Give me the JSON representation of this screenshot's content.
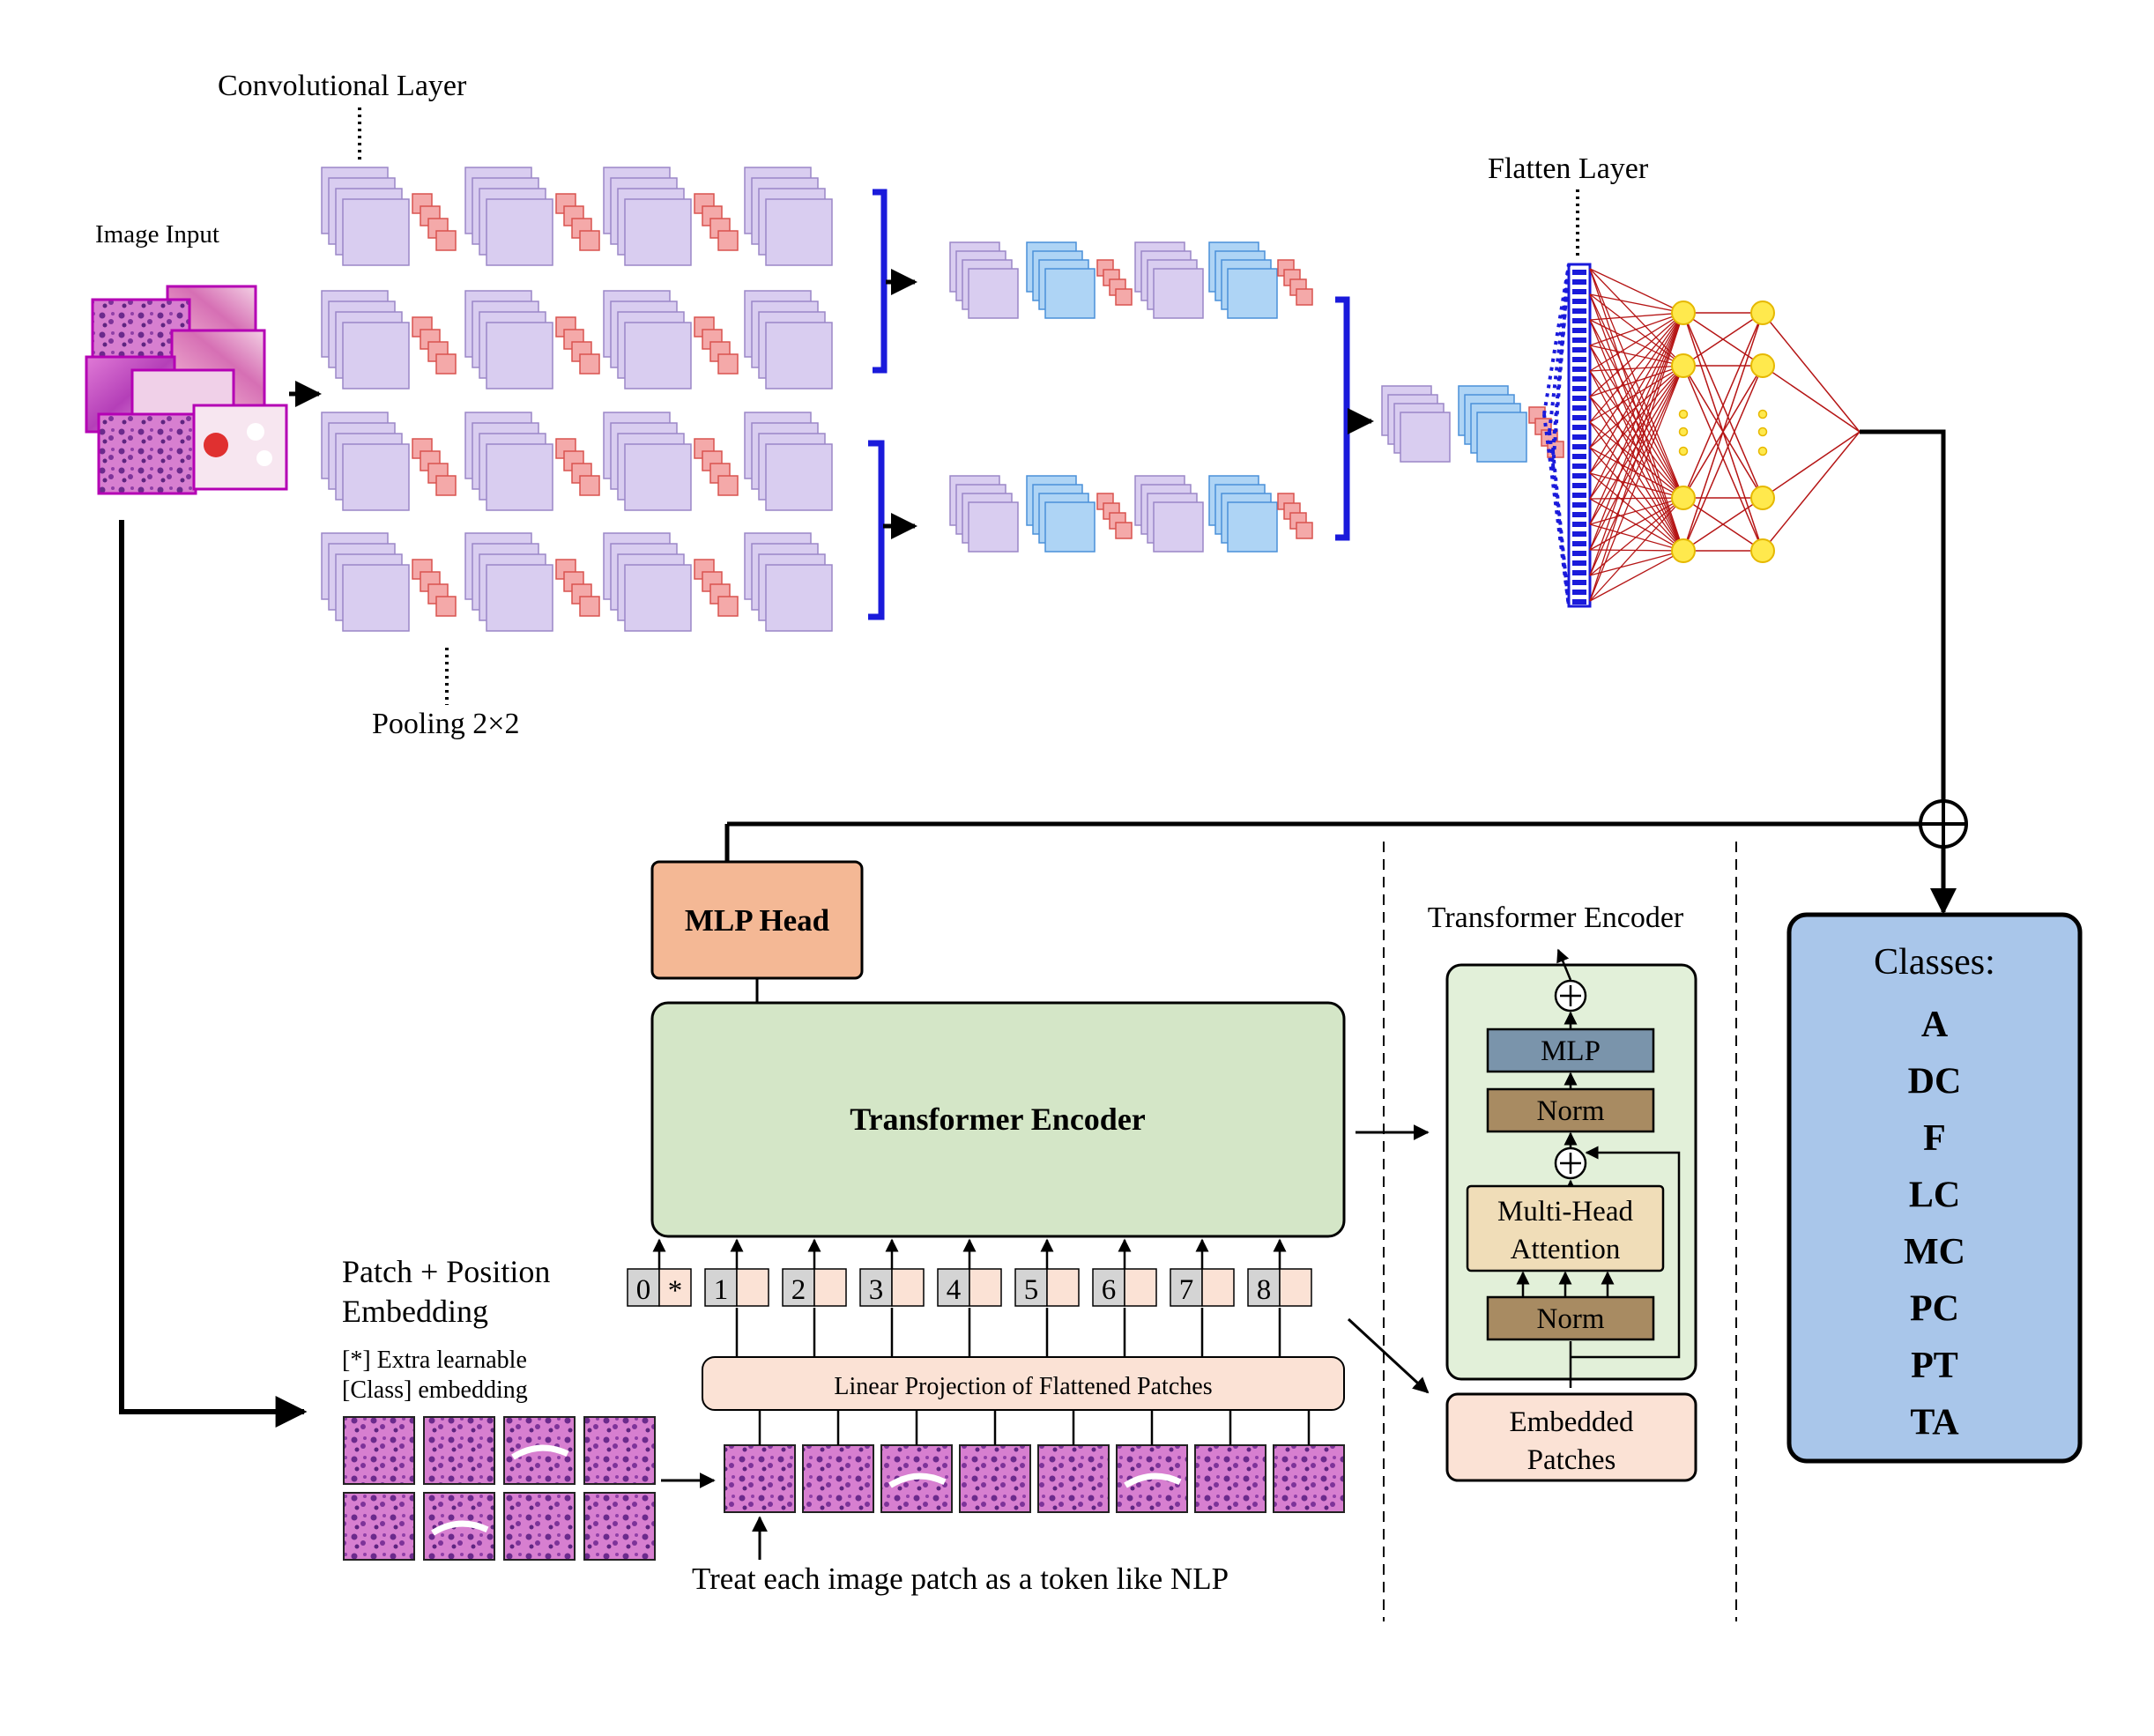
{
  "labels": {
    "image_input": "Image Input",
    "conv_layer": "Convolutional Layer",
    "pooling": "Pooling 2×2",
    "flatten_layer": "Flatten Layer",
    "mlp_head": "MLP Head",
    "transformer_encoder_main": "Transformer Encoder",
    "transformer_encoder_detail_title": "Transformer Encoder",
    "patch_position_line1": "Patch + Position",
    "patch_position_line2": "Embedding",
    "extra_learnable_line1": "[*] Extra learnable",
    "extra_learnable_line2": "[Class] embedding",
    "linear_projection": "Linear Projection of Flattened Patches",
    "treat_patch": "Treat each image patch as a token like NLP",
    "mlp_block": "MLP",
    "norm_top": "Norm",
    "multihead_line1": "Multi-Head",
    "multihead_line2": "Attention",
    "norm_bottom": "Norm",
    "embedded_line1": "Embedded",
    "embedded_line2": "Patches",
    "classes_title": "Classes:"
  },
  "tokens": [
    "0",
    "1",
    "2",
    "3",
    "4",
    "5",
    "6",
    "7",
    "8"
  ],
  "class_token_mark": "*",
  "classes": [
    "A",
    "DC",
    "F",
    "LC",
    "MC",
    "PC",
    "PT",
    "TA"
  ],
  "colors": {
    "conv_purple": "#d9cdf0",
    "conv_purple_edge": "#9b87c7",
    "pool_red": "#f4a9a9",
    "pool_red_edge": "#d9534f",
    "blue_block": "#aed4f5",
    "blue_block_edge": "#4a90d9",
    "bracket_blue": "#1a1adb",
    "neuron_yellow": "#ffe94d",
    "neuron_edge": "#e6b800",
    "link_red": "#b51515",
    "mlp_head": "#f4b895",
    "encoder_green": "#d4e6c7",
    "encoder_detail_green": "#e2f0d9",
    "mlp_block": "#7a94ab",
    "norm_brown": "#a88b62",
    "attention_beige": "#f0ddb8",
    "token_gray": "#d4d4d4",
    "token_peach": "#fbe2d5",
    "classes_blue": "#a9c6ea",
    "tissue_pink": "#c04fc8"
  }
}
